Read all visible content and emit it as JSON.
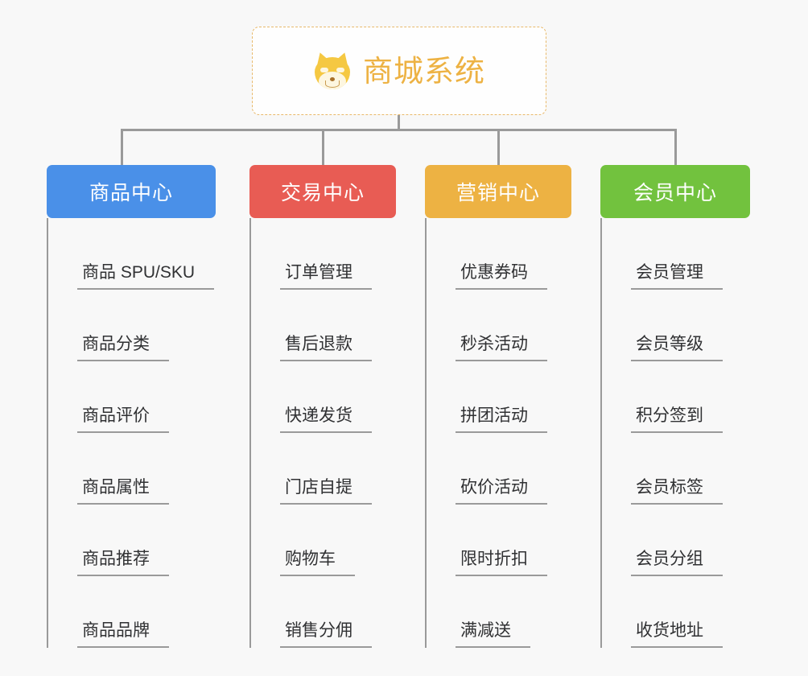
{
  "page": {
    "background_color": "#f8f8f8",
    "type": "mindmap"
  },
  "root": {
    "title": "商城系统",
    "icon": "shiba-inu-dog-face",
    "border_color": "#e8b96a",
    "text_color": "#edb243",
    "background_color": "#fefefe"
  },
  "branches": [
    {
      "label": "商品中心",
      "color": "#4a90e8",
      "items": [
        "商品 SPU/SKU",
        "商品分类",
        "商品评价",
        "商品属性",
        "商品推荐",
        "商品品牌"
      ]
    },
    {
      "label": "交易中心",
      "color": "#e85c54",
      "items": [
        "订单管理",
        "售后退款",
        "快递发货",
        "门店自提",
        "购物车",
        "销售分佣"
      ]
    },
    {
      "label": "营销中心",
      "color": "#edb243",
      "items": [
        "优惠券码",
        "秒杀活动",
        "拼团活动",
        "砍价活动",
        "限时折扣",
        "满减送"
      ]
    },
    {
      "label": "会员中心",
      "color": "#72c23e",
      "items": [
        "会员管理",
        "会员等级",
        "积分签到",
        "会员标签",
        "会员分组",
        "收货地址"
      ]
    }
  ],
  "connector": {
    "color": "#9a9a9a"
  }
}
